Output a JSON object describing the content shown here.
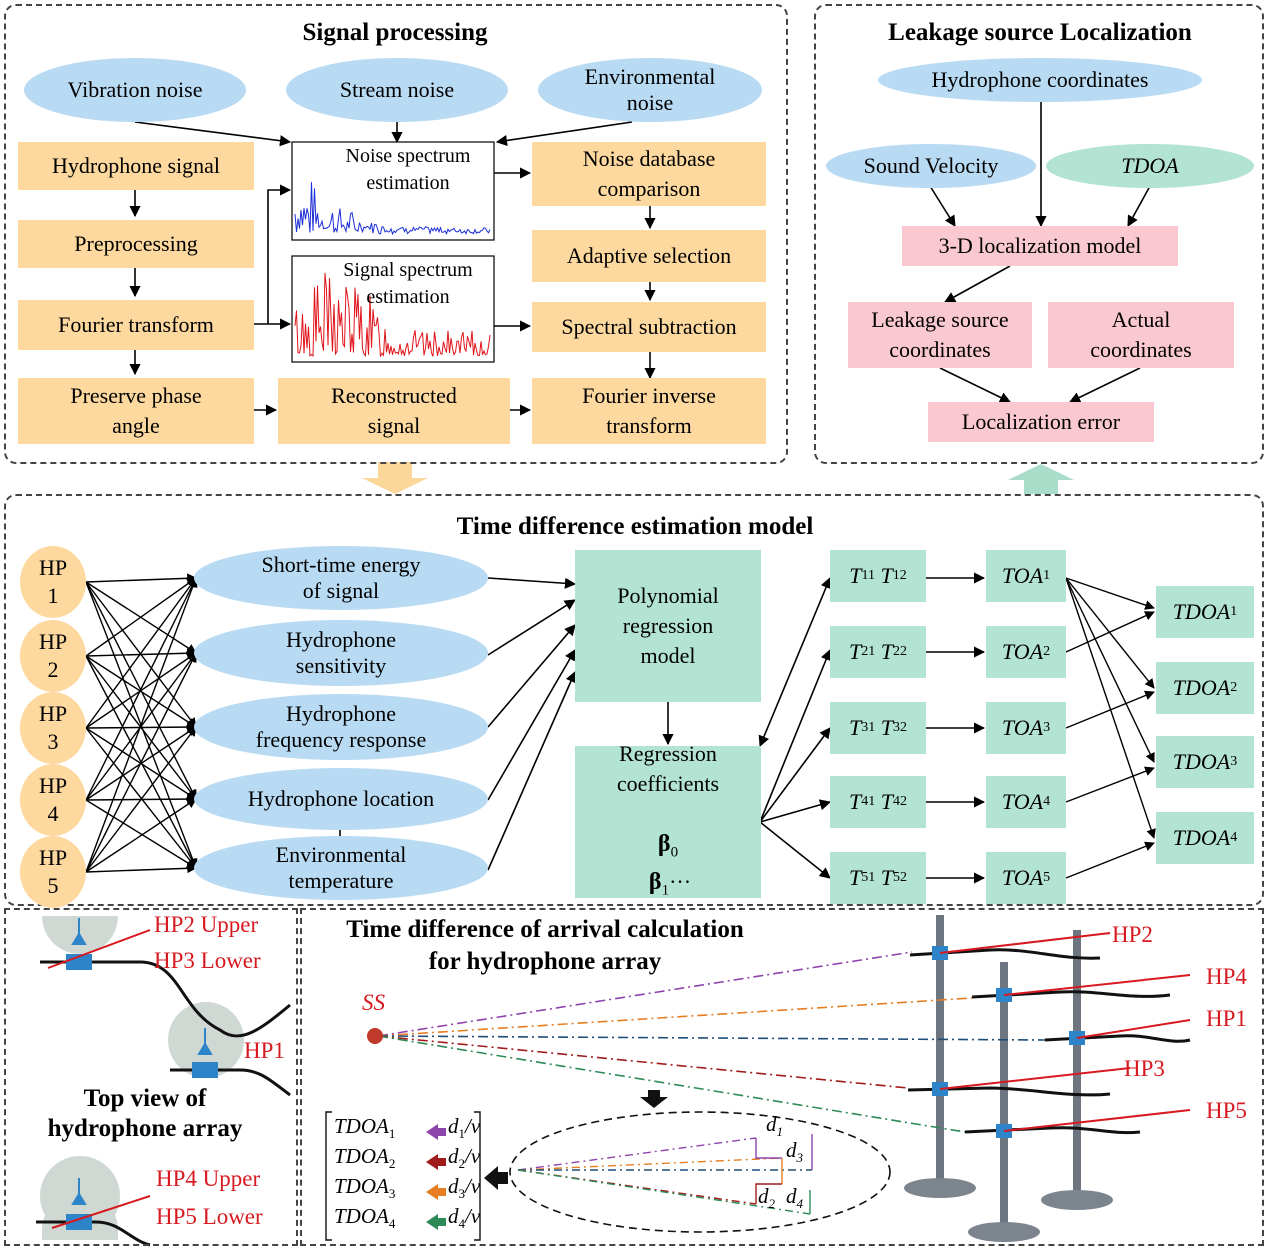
{
  "signal_processing": {
    "title": "Signal processing",
    "noise_vibration": "Vibration noise",
    "noise_stream": "Stream noise",
    "noise_environmental": "Environmental\nnoise",
    "hydrophone_signal": "Hydrophone signal",
    "preprocessing": "Preprocessing",
    "fourier_transform": "Fourier transform",
    "preserve_phase": "Preserve phase\nangle",
    "reconstructed_signal": "Reconstructed\nsignal",
    "fourier_inverse": "Fourier inverse\ntransform",
    "noise_spectrum": "Noise spectrum\nestimation",
    "signal_spectrum": "Signal spectrum\nestimation",
    "noise_database": "Noise database\ncomparison",
    "adaptive_selection": "Adaptive selection",
    "spectral_subtraction": "Spectral subtraction"
  },
  "localization": {
    "title": "Leakage source Localization",
    "hydrophone_coordinates": "Hydrophone coordinates",
    "sound_velocity": "Sound Velocity",
    "tdoa": "TDOA",
    "model_3d": "3-D localization model",
    "leakage_coordinates": "Leakage source\ncoordinates",
    "actual_coordinates": "Actual\ncoordinates",
    "localization_error": "Localization error"
  },
  "tde_model": {
    "title": "Time difference estimation model",
    "hydrophones": [
      "HP\n1",
      "HP\n2",
      "HP\n3",
      "HP\n4",
      "HP\n5"
    ],
    "features": [
      "Short-time energy\nof signal",
      "Hydrophone\nsensitivity",
      "Hydrophone\nfrequency response",
      "Hydrophone location",
      "Environmental\ntemperature"
    ],
    "polynomial_model": "Polynomial\nregression\nmodel",
    "regression_coefficients": "Regression\ncoefficients",
    "beta0": "β",
    "beta0_sub": "0",
    "beta1": "β",
    "beta1_sub": "1",
    "ellipsis": "···",
    "t_pairs": [
      {
        "a": "T",
        "a_sub": "11",
        "b": "T",
        "b_sub": "12"
      },
      {
        "a": "T",
        "a_sub": "21",
        "b": "T",
        "b_sub": "22"
      },
      {
        "a": "T",
        "a_sub": "31",
        "b": "T",
        "b_sub": "32"
      },
      {
        "a": "T",
        "a_sub": "41",
        "b": "T",
        "b_sub": "42"
      },
      {
        "a": "T",
        "a_sub": "51",
        "b": "T",
        "b_sub": "52"
      }
    ],
    "toa": [
      {
        "label": "TOA",
        "sub": "1"
      },
      {
        "label": "TOA",
        "sub": "2"
      },
      {
        "label": "TOA",
        "sub": "3"
      },
      {
        "label": "TOA",
        "sub": "4"
      },
      {
        "label": "TOA",
        "sub": "5"
      }
    ],
    "tdoa": [
      {
        "label": "TDOA",
        "sub": "1"
      },
      {
        "label": "TDOA",
        "sub": "2"
      },
      {
        "label": "TDOA",
        "sub": "3"
      },
      {
        "label": "TDOA",
        "sub": "4"
      }
    ]
  },
  "top_view": {
    "title": "Top view of\nhydrophone array",
    "hp2_upper": "HP2 Upper",
    "hp3_lower": "HP3 Lower",
    "hp1": "HP1",
    "hp4_upper": "HP4 Upper",
    "hp5_lower": "HP5 Lower"
  },
  "tdoa_calc": {
    "title": "Time difference of arrival calculation\nfor hydrophone array",
    "ss": "SS",
    "hp_labels": [
      "HP2",
      "HP4",
      "HP1",
      "HP3",
      "HP5"
    ],
    "formulas": [
      {
        "tdoa": "TDOA",
        "sub": "1",
        "d": "d",
        "dsub": "1",
        "v": "v"
      },
      {
        "tdoa": "TDOA",
        "sub": "2",
        "d": "d",
        "dsub": "2",
        "v": "v"
      },
      {
        "tdoa": "TDOA",
        "sub": "3",
        "d": "d",
        "dsub": "3",
        "v": "v"
      },
      {
        "tdoa": "TDOA",
        "sub": "4",
        "d": "d",
        "dsub": "4",
        "v": "v"
      }
    ],
    "d_labels": [
      {
        "d": "d",
        "sub": "1"
      },
      {
        "d": "d",
        "sub": "3"
      },
      {
        "d": "d",
        "sub": "2"
      },
      {
        "d": "d",
        "sub": "4"
      }
    ]
  },
  "colors": {
    "orange_box": "#fdd9a0",
    "pink_box": "#f9c8d0",
    "green_box": "#b3e3d2",
    "blue_ellipse": "#b9daf3",
    "red_label": "#d71920",
    "path_purple": "#8e44ad",
    "path_orange": "#e67e22",
    "path_blue": "#1f4e79",
    "path_darkred": "#a01c1c",
    "path_green": "#2e8b57"
  }
}
